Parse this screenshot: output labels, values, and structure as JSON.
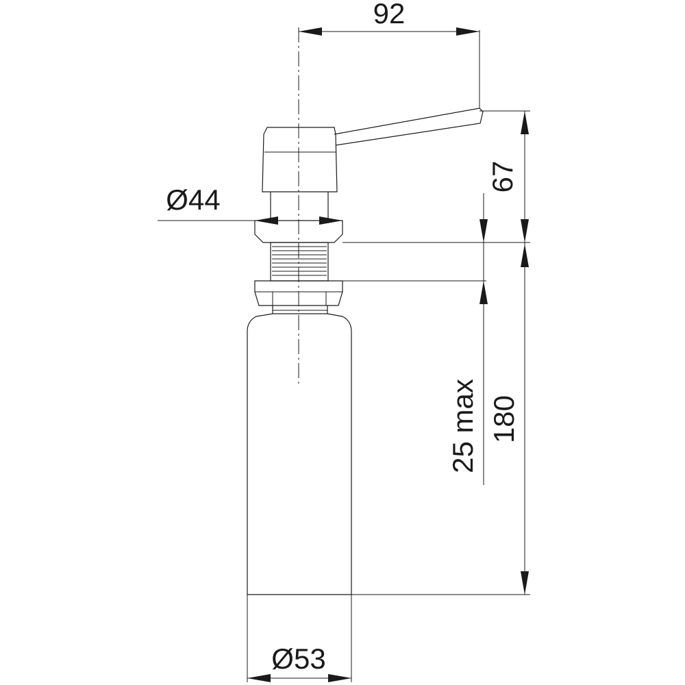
{
  "dimensions": {
    "width_overall": "92",
    "head_diameter": "Ø44",
    "head_height": "67",
    "max_thickness": "25 max",
    "bottle_length": "180",
    "bottle_diameter": "Ø53"
  }
}
